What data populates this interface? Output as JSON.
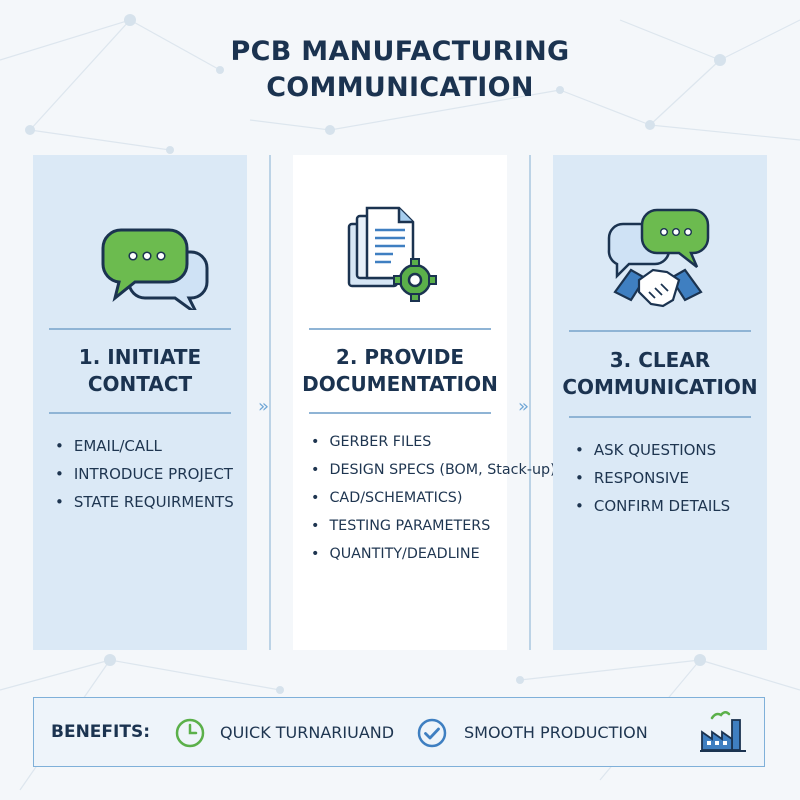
{
  "title": {
    "line1": "PCB MANUFACTURING",
    "line2": "COMMUNICATION"
  },
  "steps": [
    {
      "heading_line1": "1. INITIATE",
      "heading_line2": "CONTACT",
      "icon": "chat-bubbles-icon",
      "items": [
        "EMAIL/CALL",
        "INTRODUCE PROJECT",
        "STATE REQUIRMENTS"
      ]
    },
    {
      "heading_line1": "2. PROVIDE",
      "heading_line2": "DOCUMENTATION",
      "icon": "documents-gear-icon",
      "items": [
        "GERBER FILES",
        "DESIGN SPECS (BOM, Stack-up)",
        "CAD/SCHEMATICS)",
        "TESTING PARAMETERS",
        "QUANTITY/DEADLINE"
      ]
    },
    {
      "heading_line1": "3. CLEAR",
      "heading_line2": "COMMUNICATION",
      "icon": "chat-handshake-icon",
      "items": [
        "ASK QUESTIONS",
        "RESPONSIVE",
        "CONFIRM DETAILS"
      ]
    }
  ],
  "connector_glyph": "»",
  "benefits": {
    "label": "BENEFITS:",
    "items": [
      {
        "icon": "clock-icon",
        "text": "QUICK TURNARIUAND"
      },
      {
        "icon": "check-circle-icon",
        "text": "SMOOTH PRODUCTION"
      }
    ],
    "end_icon": "factory-icon"
  },
  "colors": {
    "navy": "#1b3350",
    "panel_blue": "#dbe9f6",
    "accent_blue": "#3f7fc1",
    "accent_green": "#5bb04a"
  }
}
